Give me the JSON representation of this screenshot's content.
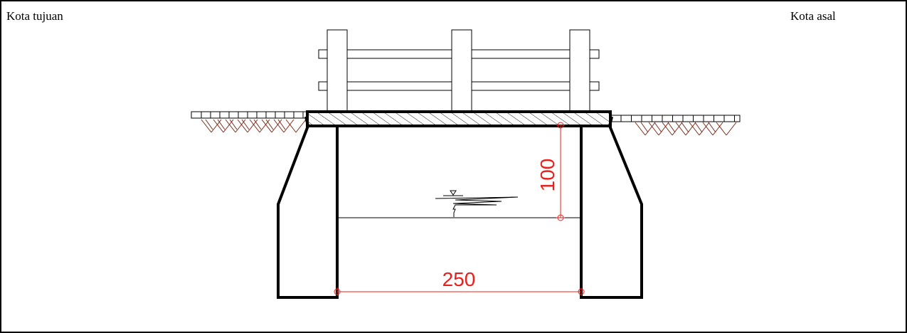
{
  "labels": {
    "left": "Kota tujuan",
    "right": "Kota asal"
  },
  "dimensions": {
    "width_label": "250",
    "height_label": "100"
  },
  "colors": {
    "line": "#000000",
    "dimension": "#e8201c",
    "soil_hatch": "#7a2a1a"
  },
  "symbols": {
    "water_level": "water-level-triangle-icon"
  }
}
